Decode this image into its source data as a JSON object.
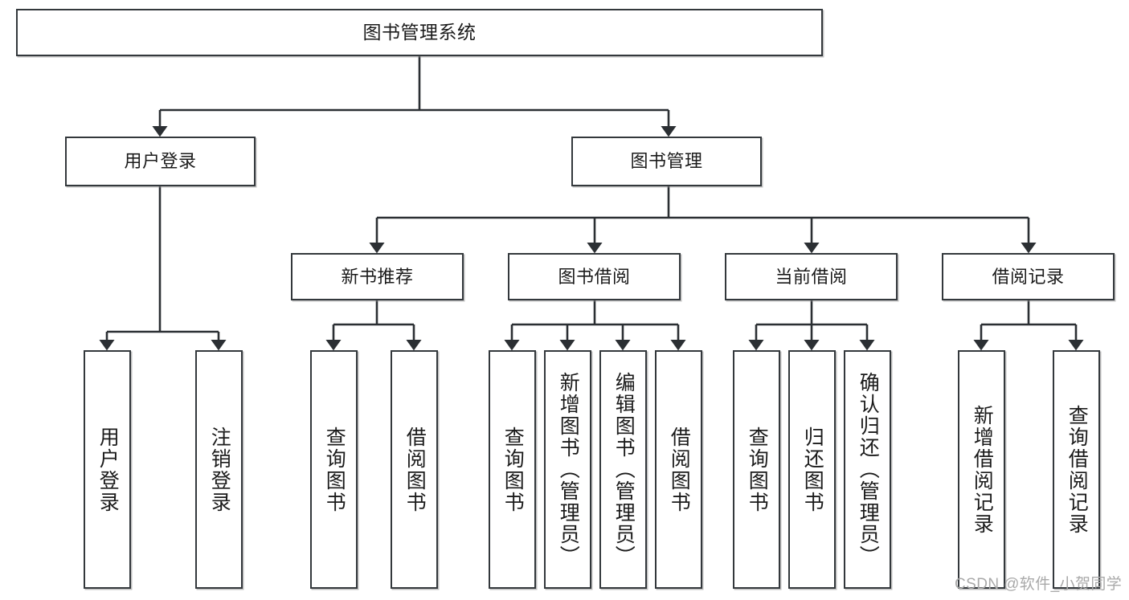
{
  "diagram": {
    "type": "tree-hierarchy",
    "title": "图书管理系统",
    "orientation": "top-down",
    "colors": {
      "box_border": "#33383c",
      "box_fill": "#ffffff",
      "edge": "#2b2f33",
      "text": "#1b1b1b",
      "watermark": "#a9a9a9",
      "background": "#ffffff"
    },
    "watermark": "CSDN @软件_小贺同学",
    "levels": [
      {
        "level": 1,
        "nodes": [
          {
            "id": "root",
            "label": "图书管理系统"
          }
        ]
      },
      {
        "level": 2,
        "nodes": [
          {
            "id": "user_login",
            "label": "用户登录",
            "parent": "root"
          },
          {
            "id": "book_manage",
            "label": "图书管理",
            "parent": "root"
          }
        ]
      },
      {
        "level": 3,
        "nodes": [
          {
            "id": "new_book_rec",
            "label": "新书推荐",
            "parent": "book_manage"
          },
          {
            "id": "book_borrow",
            "label": "图书借阅",
            "parent": "book_manage"
          },
          {
            "id": "current_borrow",
            "label": "当前借阅",
            "parent": "book_manage"
          },
          {
            "id": "borrow_record",
            "label": "借阅记录",
            "parent": "book_manage"
          }
        ]
      },
      {
        "level": 4,
        "nodes": [
          {
            "id": "leaf_user_login",
            "label": "用户登录",
            "parent": "user_login"
          },
          {
            "id": "leaf_user_logout",
            "label": "注销登录",
            "parent": "user_login"
          },
          {
            "id": "leaf_nbr_query",
            "label": "查询图书",
            "parent": "new_book_rec"
          },
          {
            "id": "leaf_nbr_borrow",
            "label": "借阅图书",
            "parent": "new_book_rec"
          },
          {
            "id": "leaf_bb_query",
            "label": "查询图书",
            "parent": "book_borrow"
          },
          {
            "id": "leaf_bb_add",
            "label": "新增图书（管理员）",
            "parent": "book_borrow"
          },
          {
            "id": "leaf_bb_edit",
            "label": "编辑图书（管理员）",
            "parent": "book_borrow"
          },
          {
            "id": "leaf_bb_borrow",
            "label": "借阅图书",
            "parent": "book_borrow"
          },
          {
            "id": "leaf_cb_query",
            "label": "查询图书",
            "parent": "current_borrow"
          },
          {
            "id": "leaf_cb_return",
            "label": "归还图书",
            "parent": "current_borrow"
          },
          {
            "id": "leaf_cb_confirm",
            "label": "确认归还（管理员）",
            "parent": "current_borrow"
          },
          {
            "id": "leaf_br_add",
            "label": "新增借阅记录",
            "parent": "borrow_record"
          },
          {
            "id": "leaf_br_query",
            "label": "查询借阅记录",
            "parent": "borrow_record"
          }
        ]
      }
    ]
  }
}
